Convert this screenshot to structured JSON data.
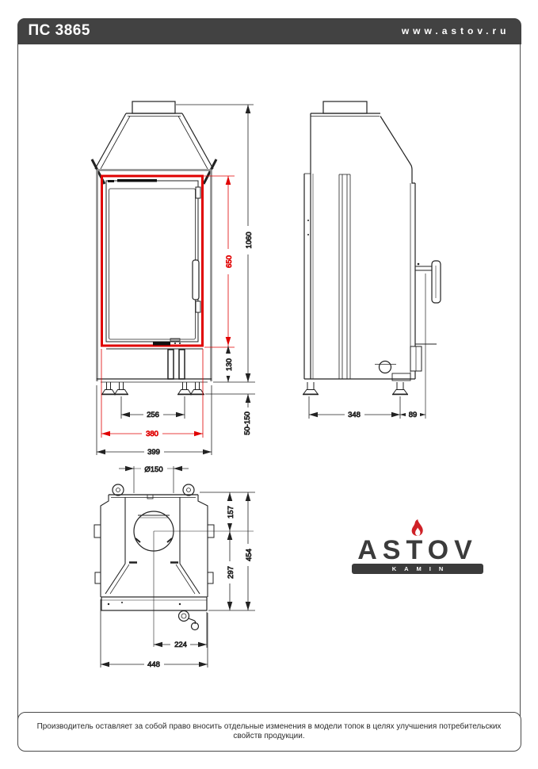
{
  "page": {
    "model": "ПС 3865",
    "website": "www.astov.ru"
  },
  "footer": {
    "disclaimer": "Производитель оставляет за собой право вносить отдельные изменения в модели топок в целях улучшения потребительских свойств продукции."
  },
  "logo": {
    "brand": "ASTOV",
    "tagline": "KAMIN"
  },
  "colors": {
    "accent_red": "#e00000",
    "header_bg": "#424242",
    "flame_red": "#cf2127",
    "logo_dark": "#3b3b3b",
    "line_black": "#222222",
    "line_gray": "#8c8c8c"
  },
  "views": {
    "front": {
      "label": "front-view",
      "dims": {
        "overall_height": "1060",
        "door_height": "650",
        "base_height": "130",
        "leg_adjust_range": "50-150",
        "leg_spacing": "256",
        "door_width": "380",
        "overall_width": "399"
      }
    },
    "side": {
      "label": "side-view",
      "dims": {
        "feet_depth": "348",
        "front_offset": "89"
      }
    },
    "top": {
      "label": "top-view",
      "dims": {
        "flue_diameter": "Ø150",
        "flue_center_from_back": "157",
        "overall_depth": "454",
        "flue_center_to_front": "297",
        "flue_center_to_side": "224",
        "overall_width": "448"
      }
    }
  }
}
